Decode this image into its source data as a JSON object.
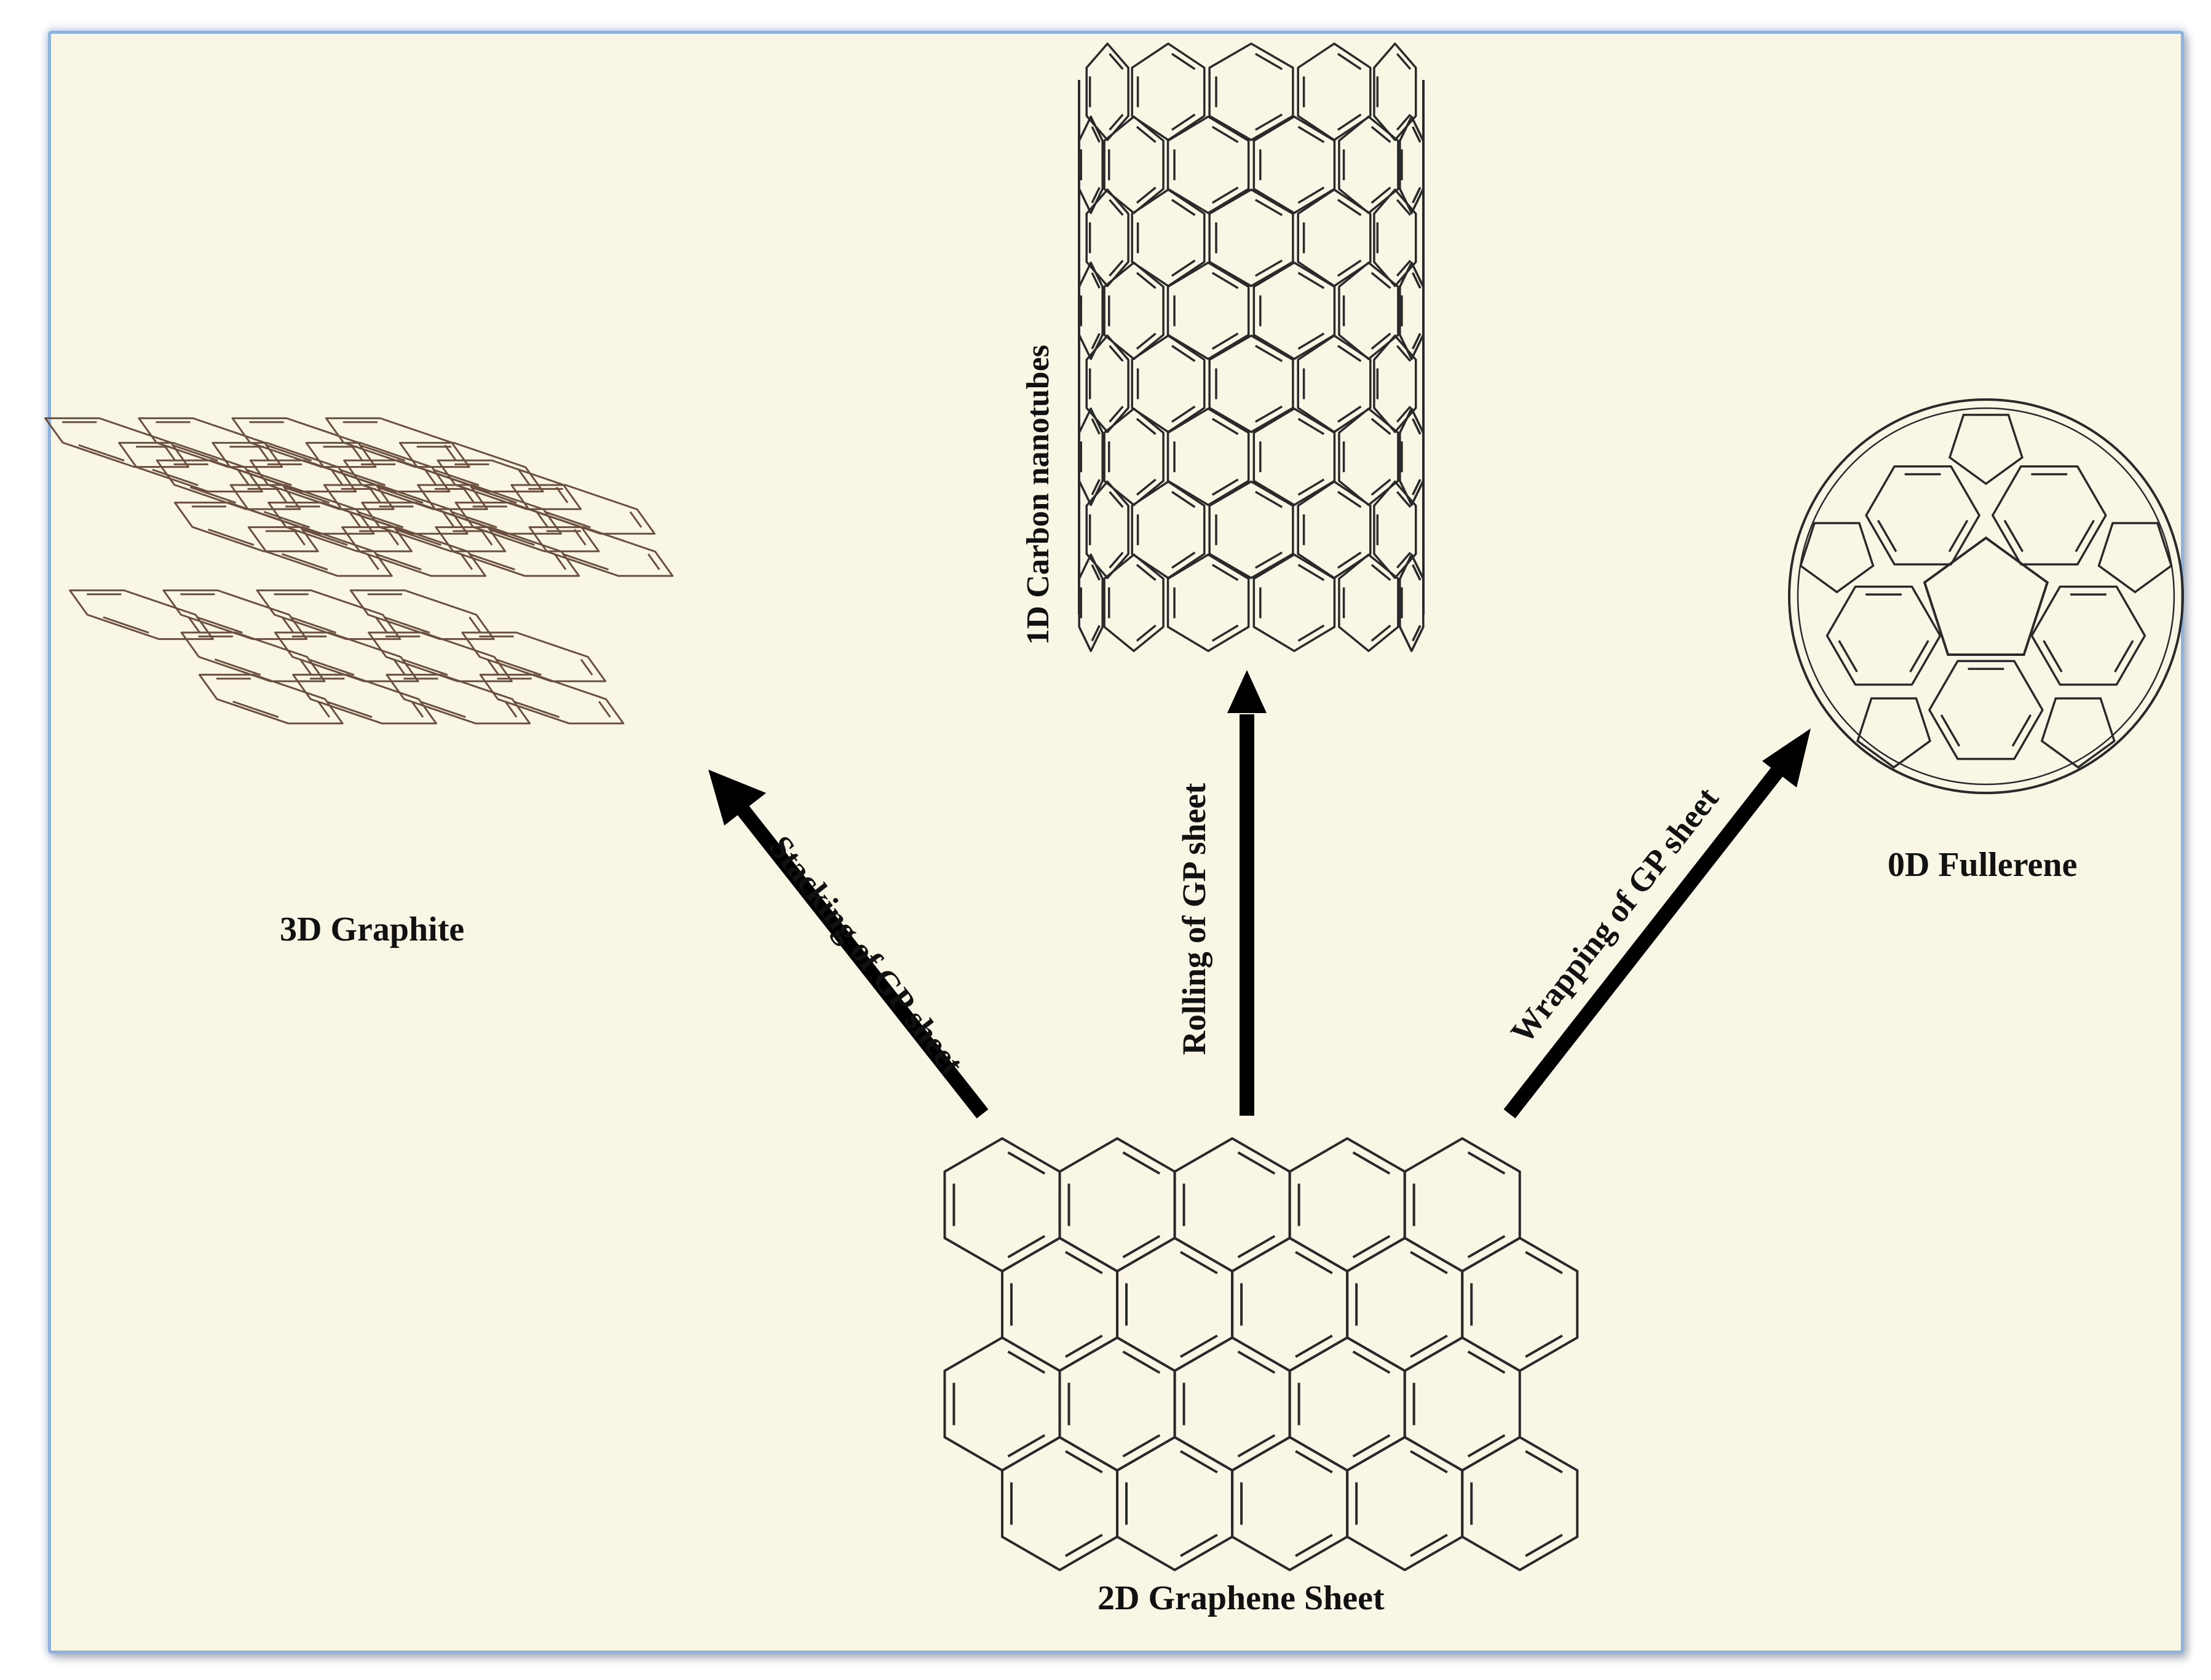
{
  "labels": {
    "graphite": "3D Graphite",
    "nanotubes": "1D Carbon nanotubes",
    "fullerene": "0D Fullerene",
    "graphene": "2D Graphene Sheet"
  },
  "arrows": {
    "stacking": "Stacking of GP sheet",
    "rolling": "Rolling of GP sheet",
    "wrapping": "Wrapping of GP sheet"
  },
  "colors": {
    "background": "#f9f6e6",
    "frame_border": "#8fb2df",
    "graphite_line": "#6b5040",
    "structure_line": "#222222",
    "arrow": "#000000"
  }
}
